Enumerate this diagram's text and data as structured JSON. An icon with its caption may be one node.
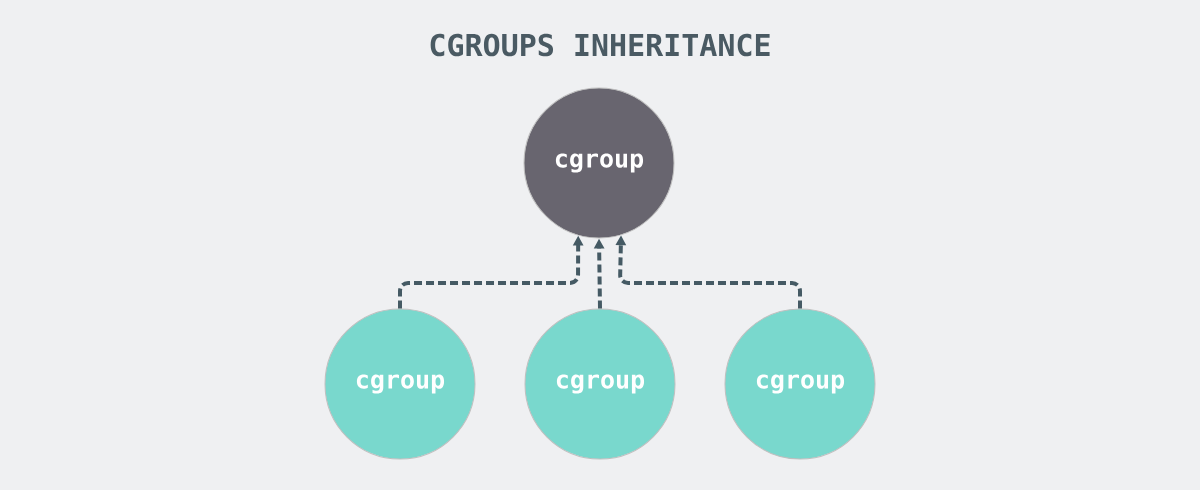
{
  "diagram": {
    "title": "CGROUPS INHERITANCE",
    "nodes": [
      {
        "text": [
          "cgroup"
        ]
      },
      {
        "text": [
          "cgroup"
        ]
      },
      {
        "text": [
          "cgroup"
        ]
      },
      {
        "text": [
          "cgroup"
        ]
      }
    ],
    "edges": [
      {
        "from": 1,
        "to": 0,
        "arrow": "to",
        "style": "dashed"
      },
      {
        "from": 2,
        "to": 0,
        "arrow": "to",
        "style": "dashed"
      },
      {
        "from": 3,
        "to": 0,
        "arrow": "to",
        "style": "dashed"
      }
    ]
  }
}
